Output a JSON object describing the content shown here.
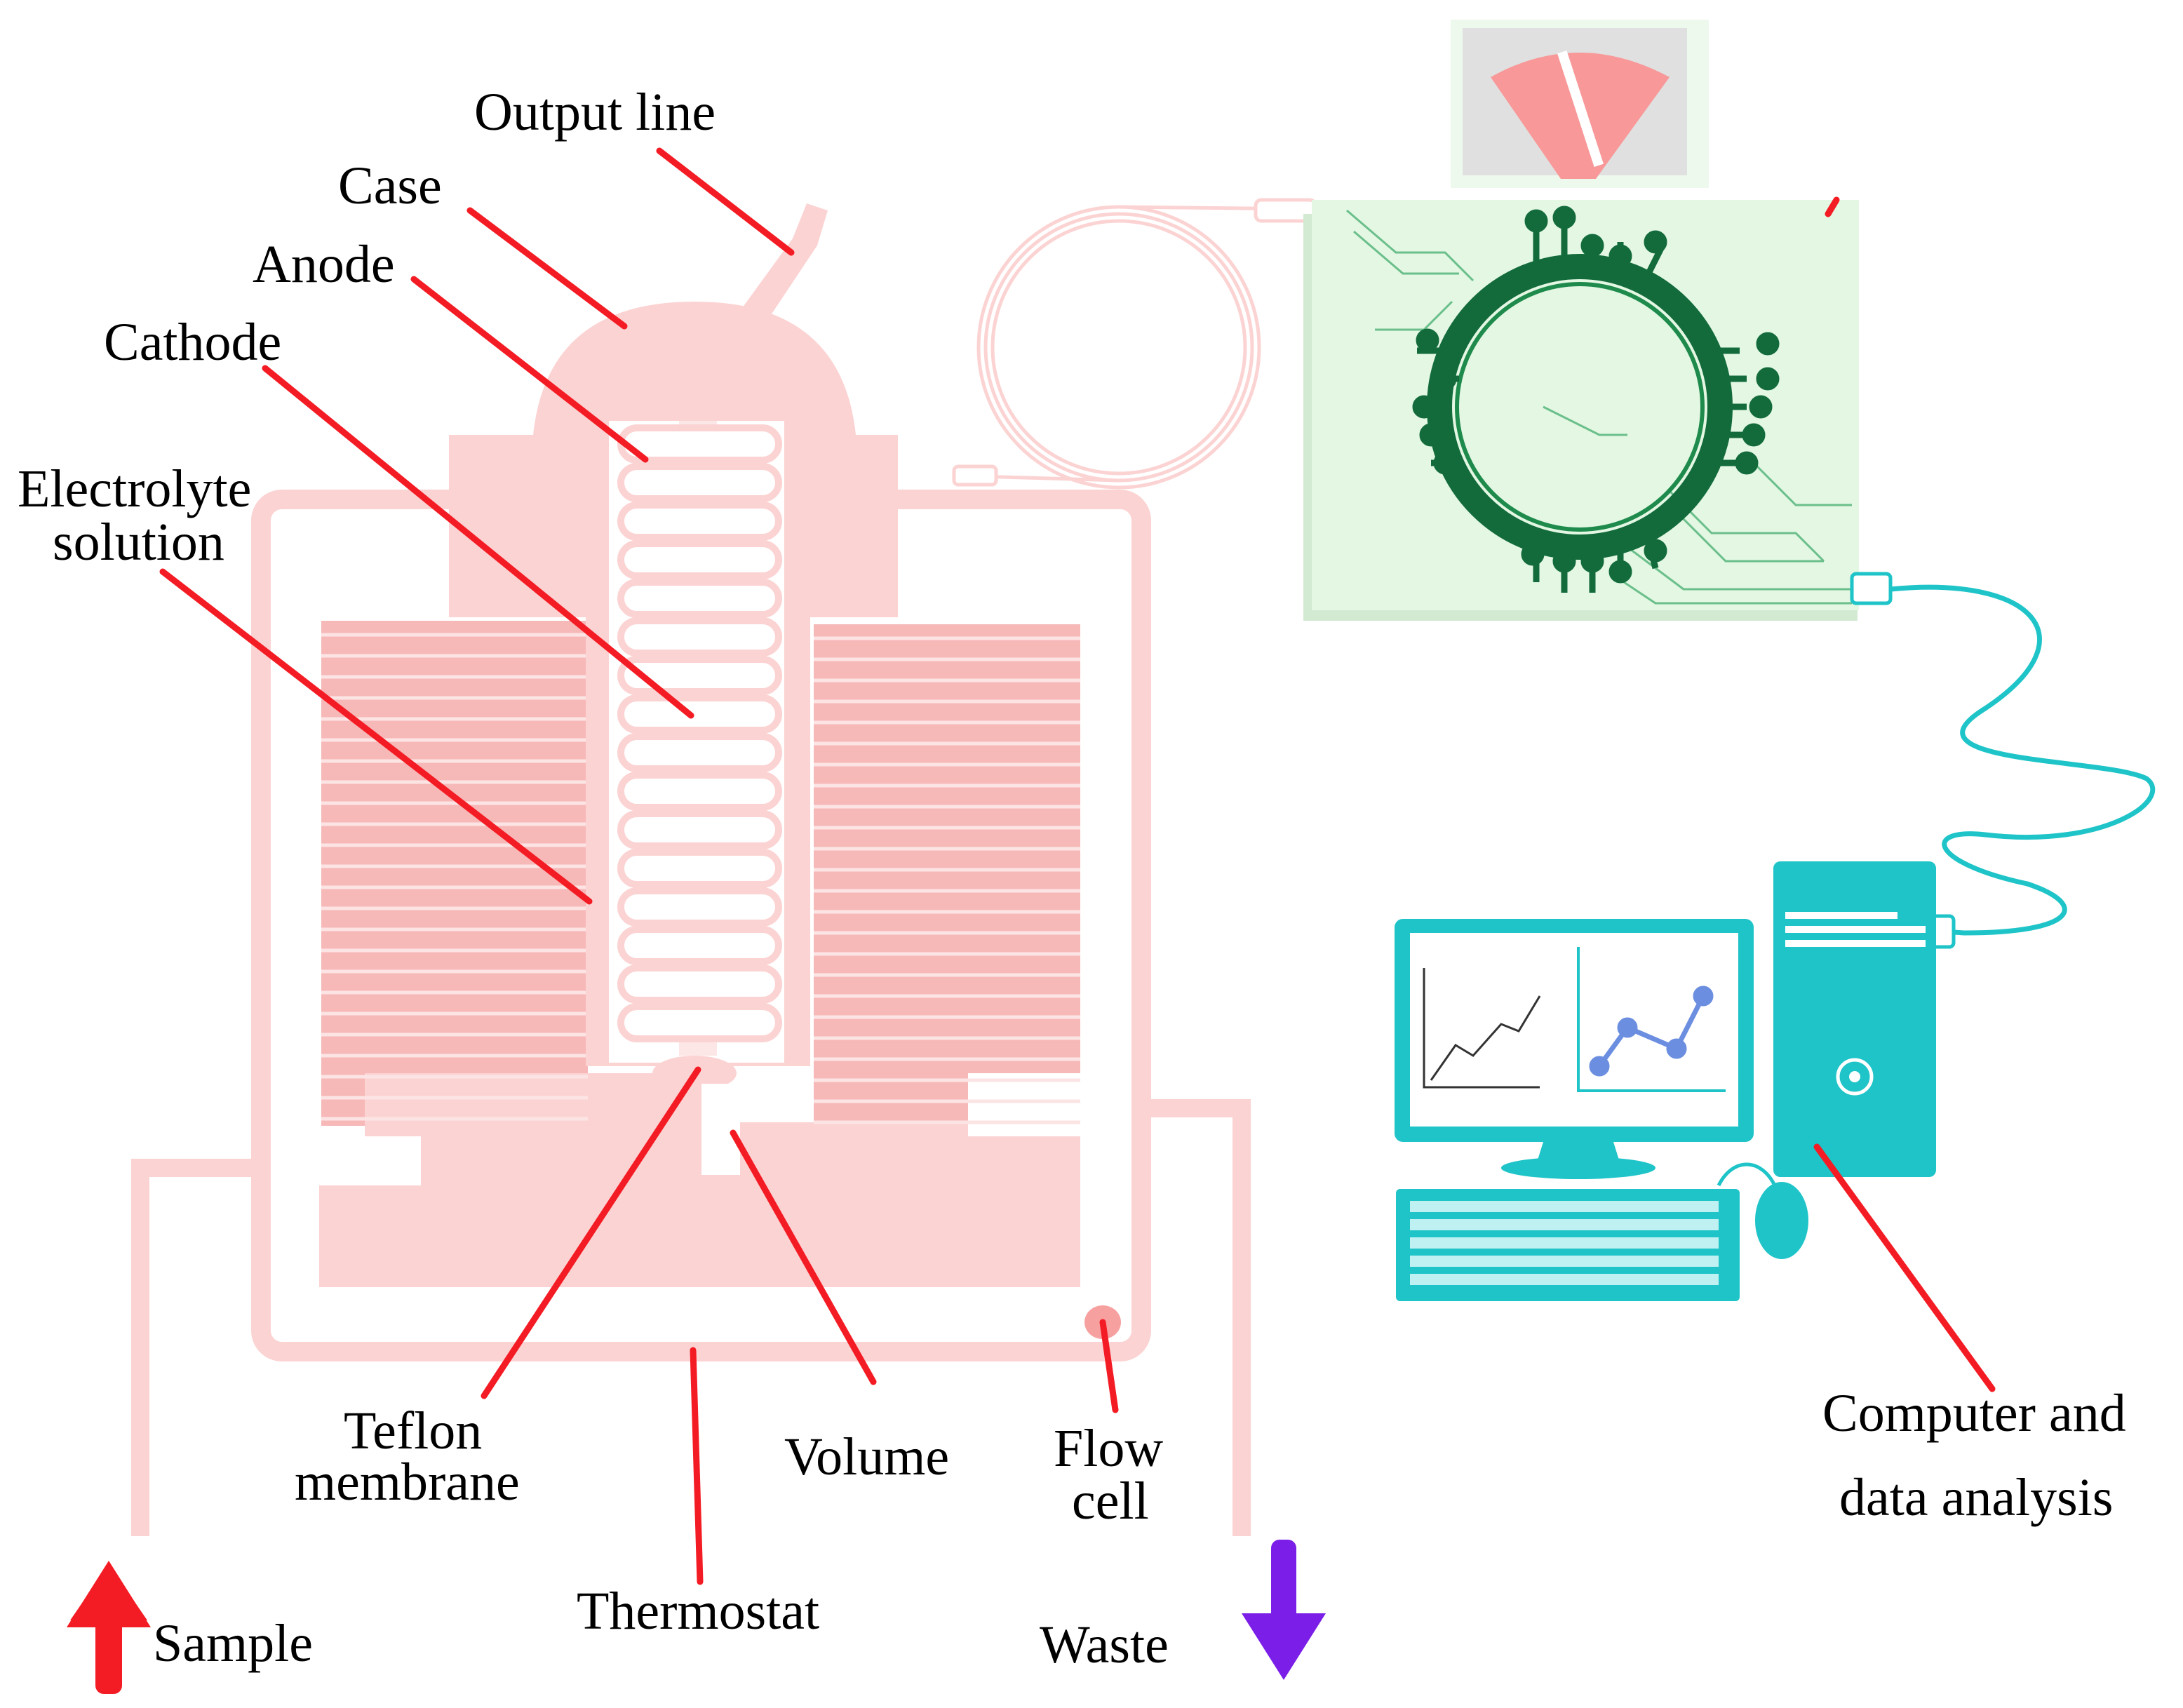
{
  "labels": {
    "output_line": "Output line",
    "case": "Case",
    "anode": "Anode",
    "cathode": "Cathode",
    "electrolyte_line1": "Electrolyte",
    "electrolyte_line2": "solution",
    "teflon_line1": "Teflon",
    "teflon_line2": "membrane",
    "volume": "Volume",
    "flow_line1": "Flow",
    "flow_line2": "cell",
    "thermostat": "Thermostat",
    "sample": "Sample",
    "waste": "Waste",
    "computer_line1": "Computer and",
    "computer_line2": "data analysis"
  },
  "colors": {
    "cell_pink": "#fcd3d3",
    "cell_pink_dark": "#f7b1b1",
    "leader_red": "#f41c24",
    "board_green": "#e3f7e3",
    "circuit_green": "#136b3c",
    "computer_teal": "#1ec4c8",
    "sample_arrow": "#f41c24",
    "waste_arrow": "#7a1ee8",
    "gauge_red": "#f89898"
  },
  "icons": {
    "sample": "arrow-up-icon",
    "waste": "arrow-down-icon",
    "board": "circuit-board-icon",
    "gauge": "meter-gauge-icon",
    "computer": "desktop-computer-icon"
  }
}
